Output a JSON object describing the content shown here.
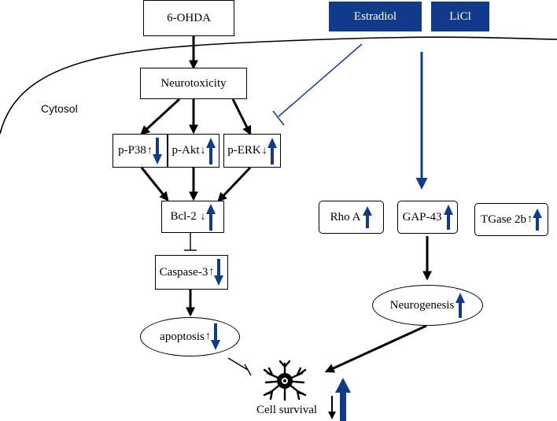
{
  "colors": {
    "blue": "#123a8a",
    "black": "#000000",
    "white": "#ffffff"
  },
  "inducer": {
    "label": "6-OHDA"
  },
  "treatments": [
    {
      "label": "Estradiol"
    },
    {
      "label": "LiCl"
    }
  ],
  "compartment": {
    "label": "Cytosol"
  },
  "nodes": {
    "neurotoxicity": {
      "label": "Neurotoxicity"
    },
    "p38": {
      "label": "p-P38",
      "damage": "↑",
      "treatment": "down"
    },
    "akt": {
      "label": "p-Akt",
      "damage": "↓",
      "treatment": "up"
    },
    "erk": {
      "label": "p-ERK",
      "damage": "↓",
      "treatment": "up"
    },
    "bcl2": {
      "label": "Bcl-2 ",
      "damage": "↓",
      "treatment": "up"
    },
    "caspase3": {
      "label": "Caspase-3",
      "damage": "↑",
      "treatment": "down"
    },
    "apoptosis": {
      "label": "apoptosis",
      "damage": "↑",
      "treatment": "down"
    },
    "rhoa": {
      "label": "Rho A ",
      "treatment": "up"
    },
    "gap43": {
      "label": "GAP-43",
      "treatment": "up"
    },
    "tgase2b": {
      "label": "TGase 2b",
      "damage": "↑",
      "treatment": "up"
    },
    "neurogenesis": {
      "label": "Neurogenesis",
      "treatment": "up"
    }
  },
  "outcome": {
    "label": "Cell survival",
    "damage_icon": "down-arrow-icon",
    "treatment_icon": "up-arrow-icon",
    "cell_icon": "neuron-icon"
  }
}
